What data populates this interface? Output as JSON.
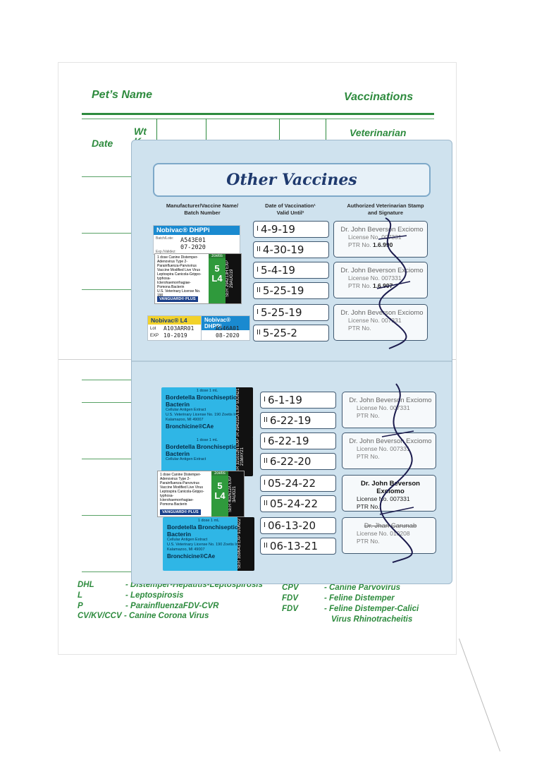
{
  "back_card": {
    "pets_name_label": "Pet’s Name",
    "vaccinations_label": "Vaccinations",
    "date_label": "Date",
    "wt_label": "Wt",
    "k_label": "K",
    "veterinarian_label": "Veterinarian"
  },
  "booklet": {
    "title": "Other Vaccines",
    "col_manufacturer": "Manufacturer/Vaccine Name/ Batch Number",
    "col_date": "Date of Vaccination¹ Valid Until²",
    "col_stamp": "Authorized Veterinarian Stamp and Signature"
  },
  "stickers": {
    "nobivac_dhppi": "Nobivac® DHPPi",
    "lot1": "A543E01",
    "exp1": "07-2020",
    "nobivac_l4": "Nobivac® L4",
    "lot_l4": "A103ARR01",
    "exp_l4": "10-2019",
    "lot2": "A546A01",
    "exp2": "08-2020",
    "lot_label": "Lot",
    "exp_label": "EXP",
    "batch_label": "Batch/Lote:",
    "exp_small_label": "Exp./Validez:",
    "vg_lines": "1 dose Canine Distemper-Adenovirus Type 2-Parainfluenza-Parvovirus Vaccine Modified Live Virus Leptospira Canicola-Grippo-typhosa-Icterohaemorrhagiae-Pomona Bacterin",
    "vg_license": "U.S. Veterinary License No. 190",
    "zoetis": "zoetis",
    "vg_five": "5",
    "vg_l4": "L4",
    "vg_brand": "VANGUARD® PLUS",
    "vg_code_a": "SER 294213H EXP 29AUG19",
    "vg_code_b": "SER 402612A EXP 3AUG21",
    "bb_dose": "1 dose   1 mL",
    "bb_name": "Bordetella Bronchiseptica Bacterin",
    "bb_sub": "Cellular Antigen Extract",
    "bb_license": "U.S. Veterinary License No. 190 Zoetis Inc., Kalamazoo, MI 49007",
    "bb_brand": "Bronchicine®CAe",
    "bb_code_a": "SER 294231A EXP 9JUN21",
    "bb_code_b": "SER 321012N EXP 21MAY21",
    "bb_code_c": "SER 359643 EXP 9JUN22"
  },
  "upper_dates": [
    {
      "roman": "I",
      "text": "4-9-19"
    },
    {
      "roman": "II",
      "text": "4-30-19"
    },
    {
      "roman": "I",
      "text": "5-4-19"
    },
    {
      "roman": "II",
      "text": "5-25-19"
    },
    {
      "roman": "I",
      "text": "5-25-19"
    },
    {
      "roman": "II",
      "text": "5-25-2"
    }
  ],
  "lower_dates": [
    {
      "roman": "I",
      "text": "6-1-19"
    },
    {
      "roman": "II",
      "text": "6-22-19"
    },
    {
      "roman": "I",
      "text": "6-22-19"
    },
    {
      "roman": "II",
      "text": "6-22-20"
    },
    {
      "roman": "I",
      "text": "05-24-22"
    },
    {
      "roman": "II",
      "text": "05-24-22"
    },
    {
      "roman": "I",
      "text": "06-13-20"
    },
    {
      "roman": "II",
      "text": "06-13-21"
    }
  ],
  "stamps": {
    "vet1": "Dr. John Beverson Exciomo",
    "license1": "License No. 007331",
    "ptr1": "PTR No.",
    "ptr1_hand_a": "1.6.990",
    "ptr1_hand_b": "1.6.997",
    "vet2": "Dr. John Beverson Exciomo",
    "license2": "License No. 007331",
    "ptr2": "PTR No.",
    "vet3": "Dr. Jhan Carunab",
    "license3": "License No. 010208",
    "ptr3": "PTR No."
  },
  "legend": [
    {
      "code": "DHL",
      "desc": "- Distemper-Hepatitis-Leptospirosis"
    },
    {
      "code": "L",
      "desc": "- Leptospirosis"
    },
    {
      "code": "P",
      "desc": "- ParainfluenzaFDV-CVR"
    },
    {
      "code": "CV/KV/CCV",
      "desc": "- Canine Corona Virus"
    },
    {
      "code": "CPV",
      "desc": "- Canine Parvovirus"
    },
    {
      "code": "FDV",
      "desc": "- Feline Distemper"
    },
    {
      "code": "FDV",
      "desc": "- Feline Distemper-Calici"
    },
    {
      "code": "",
      "desc": "Virus Rhinotracheitis"
    }
  ],
  "colors": {
    "green": "#2e8b3e",
    "booklet_blue": "#cfe2ee",
    "title_navy": "#1f3a6e",
    "nobivac_blue": "#1a8ad0",
    "bronchicine_cyan": "#2fb6e6",
    "vanguard_green": "#2f9a3c"
  }
}
